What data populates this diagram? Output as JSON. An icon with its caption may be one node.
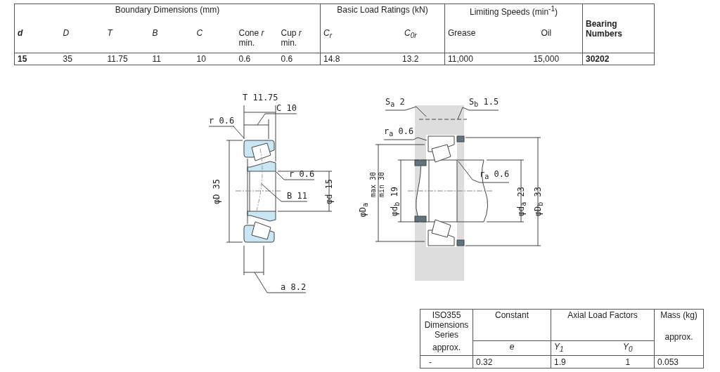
{
  "diagram": {
    "nodes": [
      {
        "text": [
          "r 0.6"
        ]
      },
      {
        "text": [
          "C 10"
        ]
      },
      {
        "text": [
          "r 0.6"
        ]
      },
      {
        "text": [
          "B 11"
        ]
      },
      {
        "text": [
          "a 8.2"
        ]
      },
      {
        "text": [
          "S$_{a}$ 2"
        ]
      },
      {
        "text": [
          "S$_{b}$ 1.5"
        ]
      },
      {
        "text": [
          "r$_{a}$ 0.6"
        ]
      },
      {
        "text": [
          "r$_{a}$ 0.6"
        ]
      }
    ],
    "edges": [
      {
        "from": 0,
        "to": null,
        "arrow": "none"
      },
      {
        "from": 1,
        "to": null,
        "arrow": "none"
      },
      {
        "from": 2,
        "to": null,
        "arrow": "none"
      },
      {
        "from": 3,
        "to": null,
        "arrow": "none"
      },
      {
        "from": 4,
        "to": null,
        "arrow": "none"
      },
      {
        "from": 5,
        "to": null,
        "arrow": "none"
      },
      {
        "from": 6,
        "to": null,
        "arrow": "none"
      },
      {
        "from": 7,
        "to": null,
        "arrow": "none"
      },
      {
        "from": 8,
        "to": null,
        "arrow": "none"
      }
    ],
    "labels": [
      "Boundary Dimensions (mm)",
      "Basic Load Ratings (kN)",
      "Limiting Speeds (min$^{-1}$)",
      "Bearing Numbers",
      "d",
      "D",
      "T",
      "B",
      "C",
      "Cone *r* min.",
      "Cup *r* min.",
      "C$_{r}$",
      "C$_{0r}$",
      "Grease",
      "Oil",
      "15",
      "35",
      "11.75",
      "11",
      "10",
      "0.6",
      "0.6",
      "14.8",
      "13.2",
      "11,000",
      "15,000",
      "30202",
      "T 11.75",
      "φD 35",
      "φd 15",
      "φD$_{a}$",
      "max 30",
      "min 30",
      "φd$_{b}$ 19",
      "φd$_{a}$ 23",
      "φD$_{b}$ 33",
      "ISO355 Dimensions Series",
      "Constant",
      "Axial Load Factors",
      "Mass (kg)",
      "approx.",
      "e",
      "Y$_{1}$",
      "Y$_{0}$",
      "approx.",
      "-",
      "0.32",
      "1.9",
      "1",
      "0.053"
    ]
  }
}
